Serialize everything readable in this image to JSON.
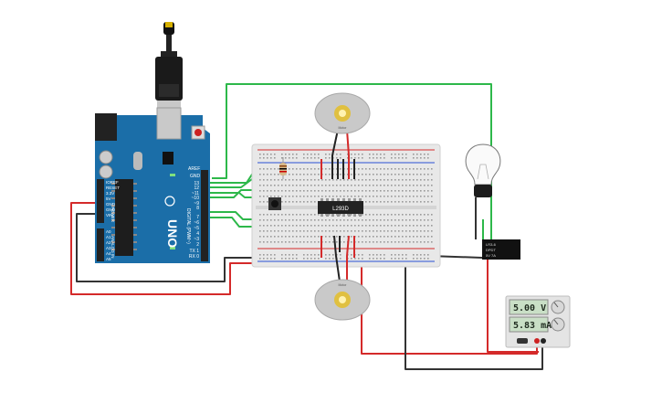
{
  "arduino": {
    "brand": "UNO",
    "labels": {
      "aref": "AREF",
      "gnd": "GND",
      "pins_top": [
        "13",
        "12",
        "~11",
        "~10",
        "~9",
        "8"
      ],
      "pins_bottom": [
        "7",
        "~6",
        "~5",
        "4",
        "~3",
        "2",
        "TX 1",
        "RX 0"
      ],
      "digital": "DIGITAL (PWM~)",
      "power": "POWER",
      "analog": "ANALOG IN",
      "power_pins": [
        "IOREF",
        "RESET",
        "3.3V",
        "5V",
        "GND",
        "GND",
        "VIN"
      ],
      "analog_pins": [
        "A0",
        "A1",
        "A2",
        "A3",
        "A4",
        "A5"
      ]
    }
  },
  "ic": {
    "label": "L293D"
  },
  "motor_top": {
    "label": "Motor"
  },
  "motor_bottom": {
    "label": "Motor"
  },
  "relay": {
    "lines": [
      "LR3-6",
      "DPDT",
      "5V 7A"
    ]
  },
  "power_supply": {
    "voltage": "5.00 V",
    "current": "5.83 mA"
  },
  "colors": {
    "wire_green": "#2db84a",
    "wire_red": "#d42a2a",
    "wire_black": "#333333",
    "arduino_blue": "#1b6ea8",
    "breadboard": "#e8e8e8"
  }
}
